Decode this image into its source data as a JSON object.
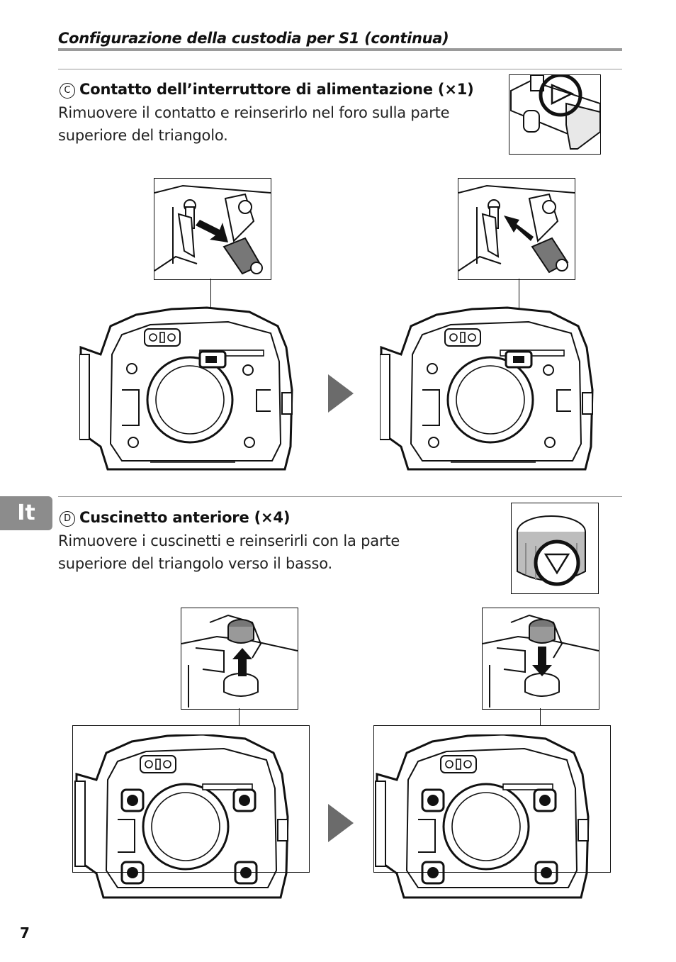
{
  "header": {
    "title": "Configurazione della custodia per S1 (continua)"
  },
  "section_c": {
    "marker": "C",
    "title": "Contatto dell’interruttore di alimentazione (×1)",
    "body_line1": "Rimuovere il contatto e reinserirlo nel foro sulla parte",
    "body_line2": "superiore del triangolo."
  },
  "section_d": {
    "marker": "D",
    "title": "Cuscinetto anteriore (×4)",
    "body_line1": "Rimuovere i cuscinetti e reinserirli con la parte",
    "body_line2": "superiore del triangolo verso il basso."
  },
  "lang_tab": "It",
  "page_number": "7"
}
